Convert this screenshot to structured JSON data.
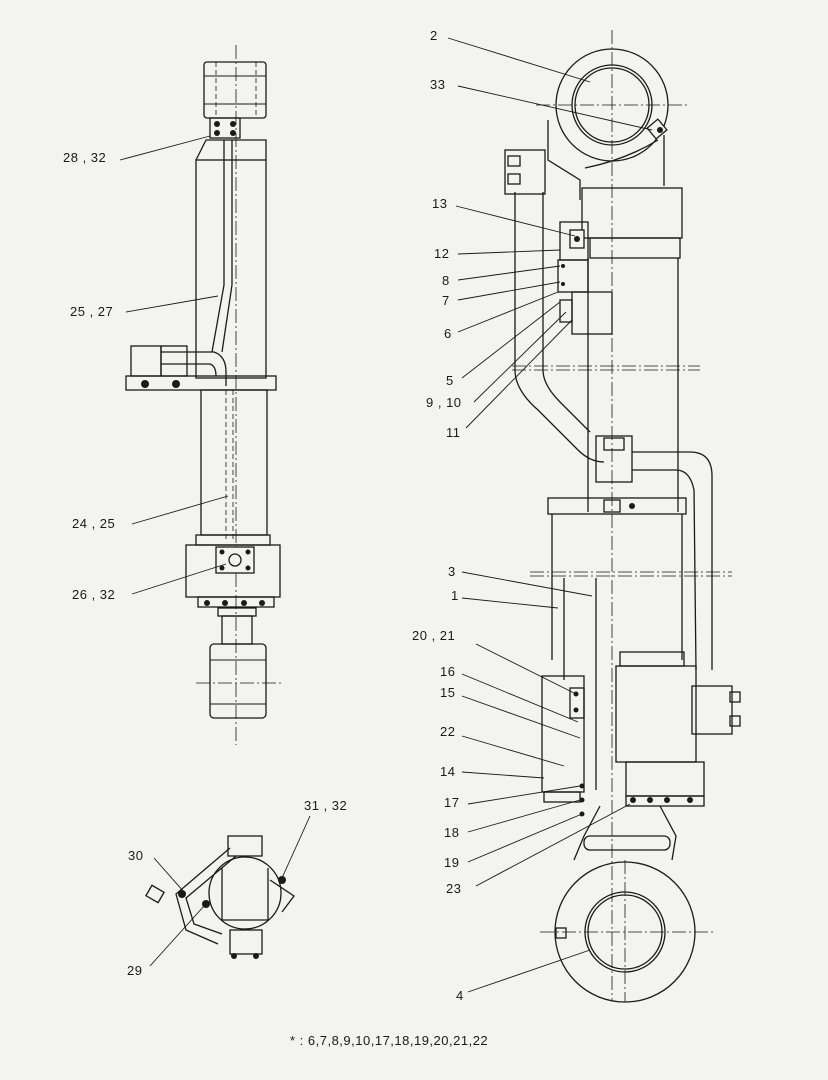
{
  "labels": {
    "l2": "2",
    "l33": "33",
    "l28_32": "28 , 32",
    "l13": "13",
    "l12": "12",
    "l8": "8",
    "l7": "7",
    "l6": "6",
    "l25_27": "25 , 27",
    "l5": "5",
    "l9_10": "9 , 10",
    "l11": "11",
    "l24_25": "24 , 25",
    "l26_32": "26 , 32",
    "l3": "3",
    "l1": "1",
    "l20_21": "20 , 21",
    "l16": "16",
    "l15": "15",
    "l22": "22",
    "l14": "14",
    "l17": "17",
    "l18": "18",
    "l19": "19",
    "l23": "23",
    "l31_32": "31 , 32",
    "l30": "30",
    "l29": "29",
    "l4": "4"
  },
  "footnote": "* : 6,7,8,9,10,17,18,19,20,21,22"
}
